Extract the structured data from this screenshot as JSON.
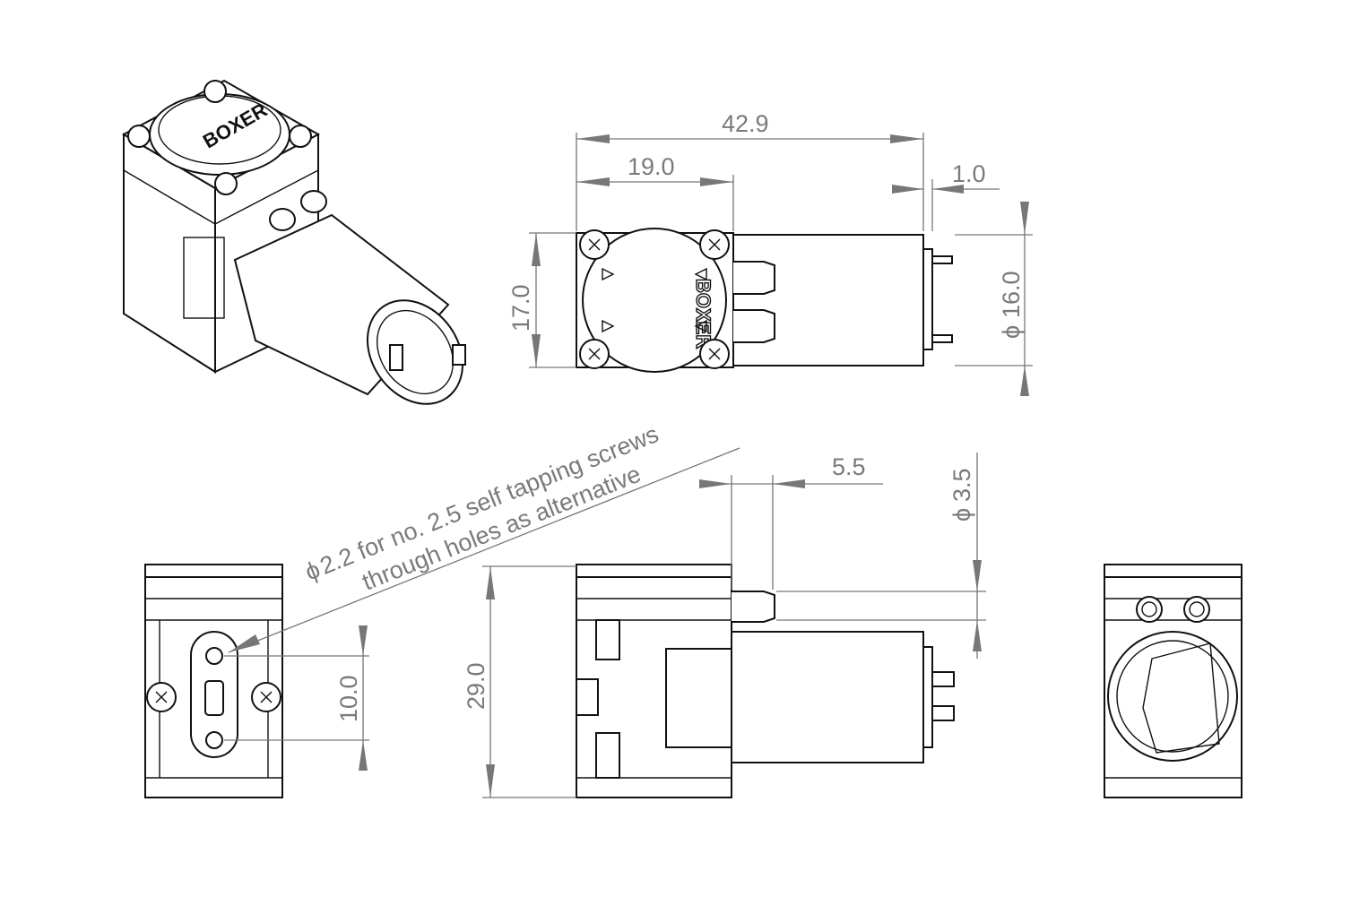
{
  "brand": "BOXER",
  "dimensions": {
    "total_length": "42.9",
    "head_length": "19.0",
    "motor_offset": "1.0",
    "head_height": "17.0",
    "motor_diameter": "16.0",
    "port_offset": "5.5",
    "port_diameter": "3.5",
    "hole_spacing": "10.0",
    "total_height": "29.0"
  },
  "note": {
    "line1": "2.2 for no. 2.5 self tapping screws",
    "line2": "through holes as alternative"
  }
}
